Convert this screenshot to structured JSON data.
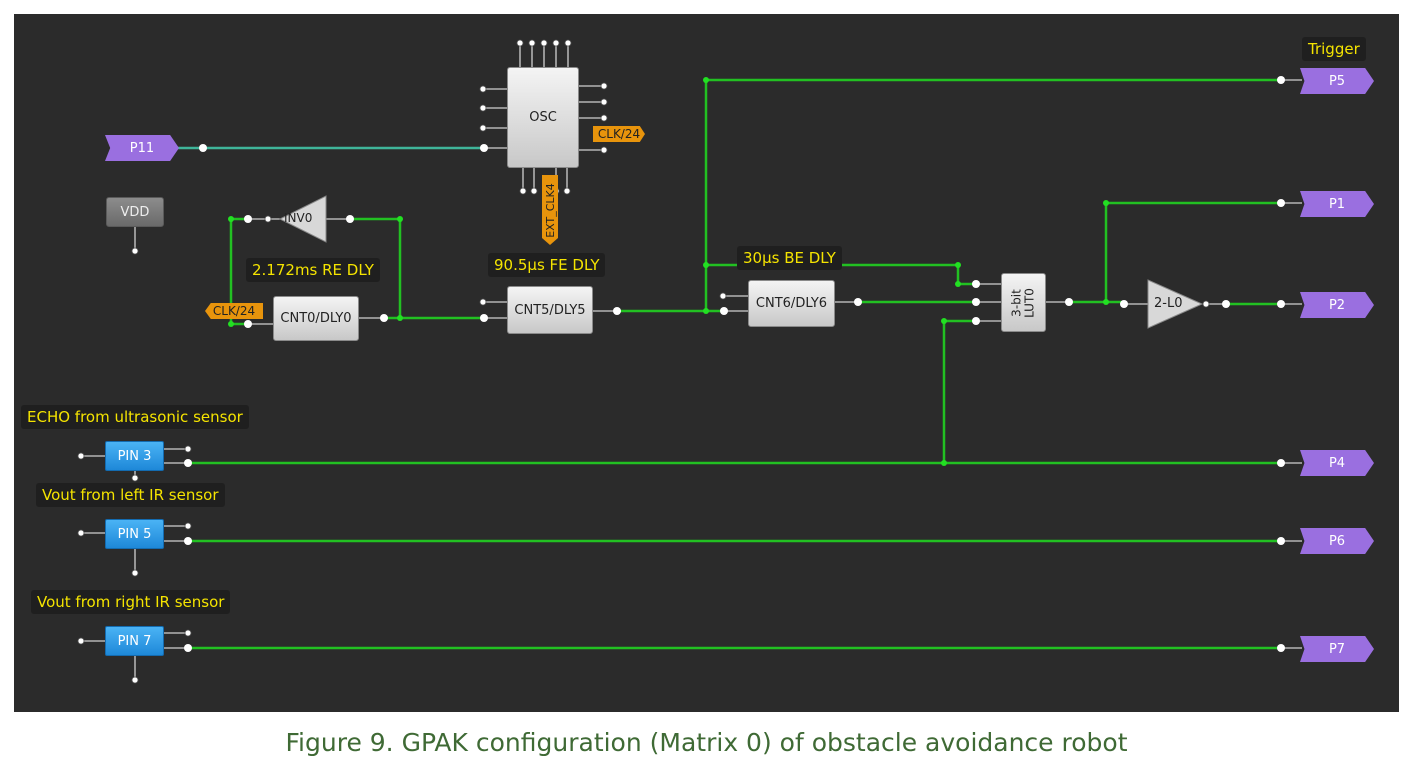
{
  "blocks": {
    "osc": "OSC",
    "inv0": "INV0",
    "cnt0": "CNT0/DLY0",
    "cnt5": "CNT5/DLY5",
    "cnt6": "CNT6/DLY6",
    "lut0": "3-bit LUT0",
    "l0": "2-L0",
    "vdd": "VDD"
  },
  "clock_tags": {
    "osc_out": "CLK/24",
    "cnt0_in": "CLK/24",
    "ext_clk": "EXT_CLK4"
  },
  "inputs": {
    "p11": "P11",
    "pin3": "PIN 3",
    "pin5": "PIN 5",
    "pin7": "PIN 7"
  },
  "outputs": {
    "p5": "P5",
    "p1": "P1",
    "p2": "P2",
    "p4": "P4",
    "p6": "P6",
    "p7": "P7"
  },
  "annotations": {
    "trigger": "Trigger",
    "cnt0_delay": "2.172ms RE DLY",
    "cnt5_delay": "90.5µs FE DLY",
    "cnt6_delay": "30µs BE DLY",
    "echo": "ECHO from ultrasonic sensor",
    "left_ir": "Vout from left IR sensor",
    "right_ir": "Vout from right IR sensor"
  },
  "caption": "Figure 9. GPAK configuration (Matrix 0) of obstacle avoidance robot",
  "colors": {
    "background": "#2b2b2b",
    "wire": "#22c022",
    "wire_teal": "#3fb59a",
    "port": "#9a6fe0",
    "pin": "#1e88d8",
    "clock_tag": "#e8940c",
    "annotation_text": "#f5e400",
    "caption_text": "#3f6a35"
  }
}
